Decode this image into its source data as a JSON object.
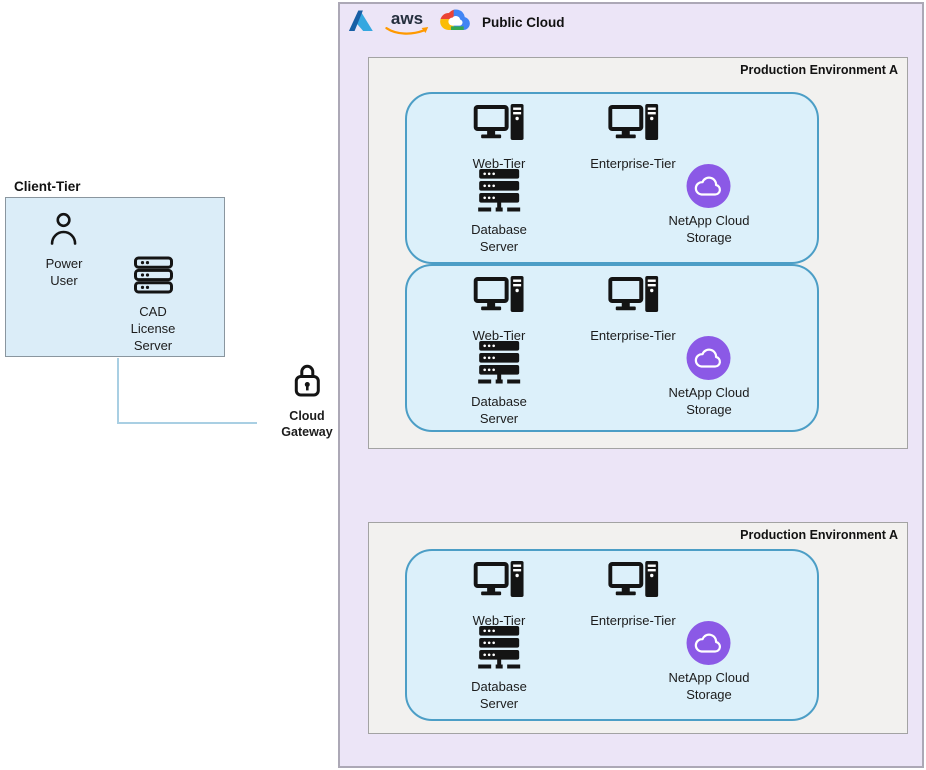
{
  "colors": {
    "public_cloud_bg": "#ECE5F7",
    "env_bg": "#F2F1EF",
    "cluster_bg": "#DCF0FA",
    "cluster_border": "#4C9EC6",
    "client_box_bg": "#DBEDF8",
    "netapp_purple": "#8B59E6",
    "aws_orange": "#FF9900",
    "azure_blue_light": "#35A7E0",
    "azure_blue_dark": "#175FA5",
    "gcp_blue": "#4285F4",
    "gcp_red": "#EA4335",
    "gcp_yellow": "#FBBC05",
    "gcp_green": "#34A853",
    "connector_blue": "#A9CFE3",
    "icon_black": "#141414"
  },
  "client_tier": {
    "title": "Client-Tier",
    "nodes": [
      {
        "icon": "person-icon",
        "label": "Power\nUser"
      },
      {
        "icon": "server-stack-icon",
        "label": "CAD\nLicense Server"
      }
    ]
  },
  "gateway": {
    "icon": "padlock-icon",
    "label": "Cloud\nGateway"
  },
  "public_cloud": {
    "title": "Public Cloud",
    "logos": {
      "azure": "azure-logo",
      "aws": "aws-logo",
      "aws_text": "aws",
      "gcp": "google-cloud-logo"
    },
    "environments": [
      {
        "title": "Production Environment A",
        "clusters": [
          {
            "nodes": [
              {
                "icon": "workstation-icon",
                "label": "Web-Tier"
              },
              {
                "icon": "workstation-icon",
                "label": "Enterprise-Tier"
              },
              {
                "icon": "database-server-icon",
                "label": "Database\nServer"
              },
              {
                "icon": "netapp-cloud-icon",
                "label": "NetApp Cloud\nStorage"
              }
            ]
          },
          {
            "nodes": [
              {
                "icon": "workstation-icon",
                "label": "Web-Tier"
              },
              {
                "icon": "workstation-icon",
                "label": "Enterprise-Tier"
              },
              {
                "icon": "database-server-icon",
                "label": "Database\nServer"
              },
              {
                "icon": "netapp-cloud-icon",
                "label": "NetApp Cloud\nStorage"
              }
            ]
          }
        ]
      },
      {
        "title": "Production Environment A",
        "clusters": [
          {
            "nodes": [
              {
                "icon": "workstation-icon",
                "label": "Web-Tier"
              },
              {
                "icon": "workstation-icon",
                "label": "Enterprise-Tier"
              },
              {
                "icon": "database-server-icon",
                "label": "Database\nServer"
              },
              {
                "icon": "netapp-cloud-icon",
                "label": "NetApp Cloud\nStorage"
              }
            ]
          }
        ]
      }
    ]
  }
}
